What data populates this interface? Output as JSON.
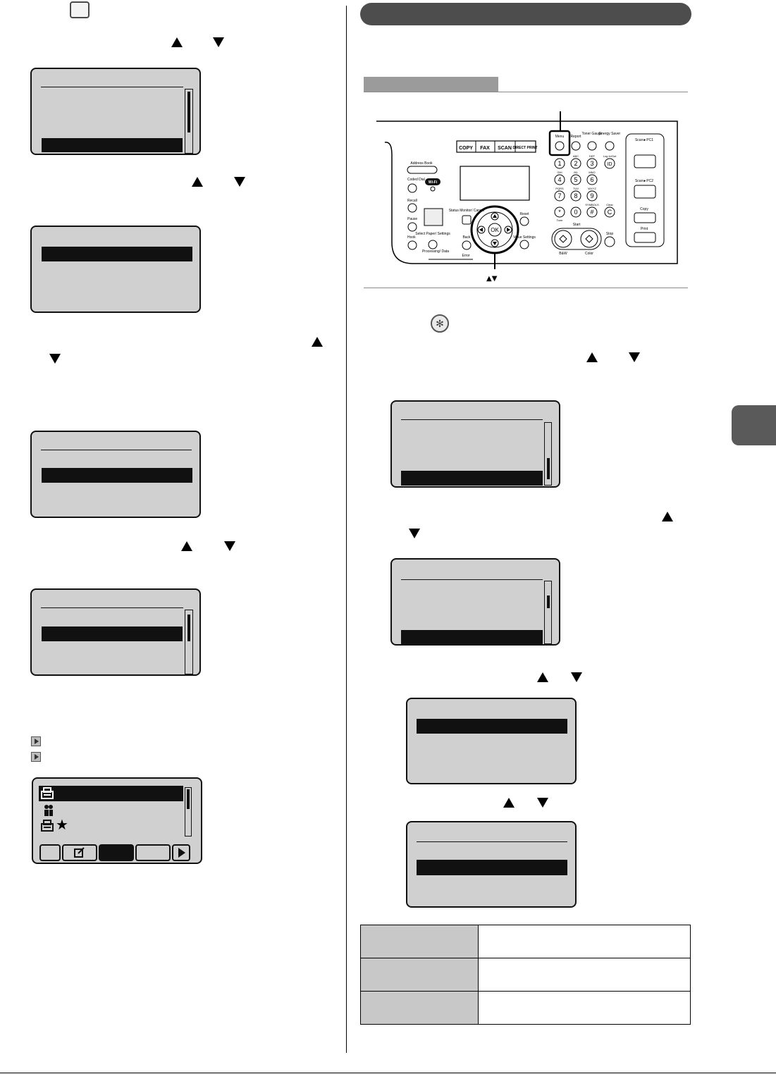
{
  "colors": {
    "lcd_background": "#d0d0d0",
    "section_bar": "#4d4d4d",
    "tab_gray": "#9b9b9b",
    "table_header": "#c8c8c8"
  },
  "icons": [
    "menu-key-icon",
    "up-arrow-icon",
    "down-arrow-icon",
    "printer-icon",
    "people-icon",
    "star-icon",
    "edit-icon",
    "right-arrow-icon"
  ],
  "control_panel": {
    "mode_keys": [
      "COPY",
      "FAX",
      "SCAN",
      "DIRECT PRINT"
    ],
    "top_keys": [
      "Menu",
      "Report",
      "Toner Gauge",
      "Energy Saver"
    ],
    "keypad": [
      {
        "key": "1",
        "label": ""
      },
      {
        "key": "2",
        "label": "ABC"
      },
      {
        "key": "3",
        "label": "DEF"
      },
      {
        "key": "4",
        "label": "GHI"
      },
      {
        "key": "5",
        "label": "JKL"
      },
      {
        "key": "6",
        "label": "MNO"
      },
      {
        "key": "7",
        "label": "PQRS"
      },
      {
        "key": "8",
        "label": "TUV"
      },
      {
        "key": "9",
        "label": "WXYZ"
      },
      {
        "key": "*",
        "label": "Tone"
      },
      {
        "key": "0",
        "label": ""
      },
      {
        "key": "#",
        "label": "SYMBOLS"
      }
    ],
    "id_key": "ID",
    "login_label": "Log In/Out",
    "clear_key": "C",
    "clear_label": "Clear",
    "left_keys": [
      "Address Book",
      "Coded Dial",
      "Recall",
      "Pause",
      "Hook"
    ],
    "wifi_label": "Wi-Fi",
    "status_label": "Status Monitor/ Cancel",
    "paper_label": "Select Paper/ Settings",
    "back_label": "Back",
    "reset_label": "Reset",
    "value_settings_label": "Value Settings",
    "ok_label": "OK",
    "start_label": "Start",
    "bw_label": "B&W",
    "color_label": "Color",
    "stop_label": "Stop",
    "processing_label": "Processing/ Data",
    "error_label": "Error",
    "scan_keys": [
      "Scan►PC1",
      "Scan►PC2",
      "Copy",
      "Print"
    ],
    "arrows_caption": "▲▼"
  }
}
